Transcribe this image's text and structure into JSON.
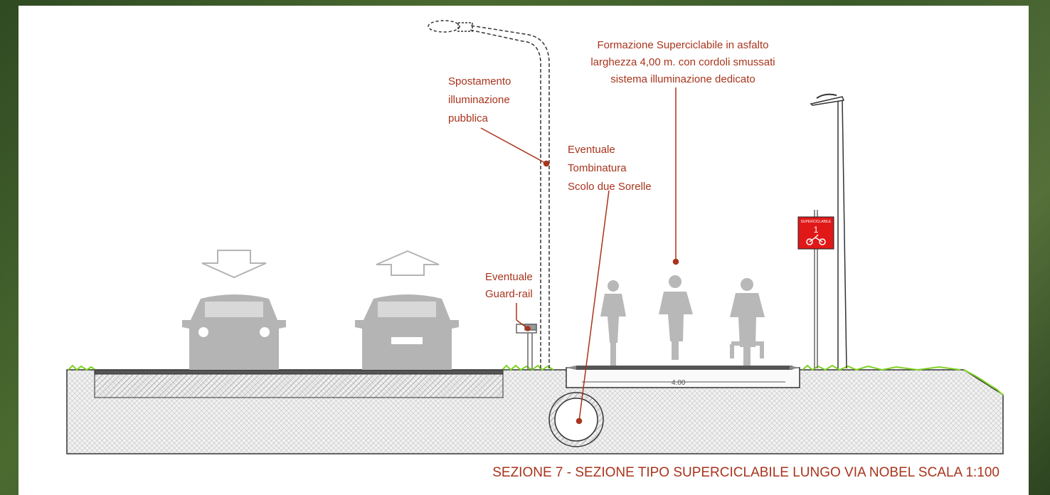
{
  "labels": {
    "illumination": [
      "Spostamento",
      "illuminazione",
      "pubblica"
    ],
    "superciclabile": [
      "Formazione Superciclabile in asfalto",
      "larghezza 4,00 m. con cordoli smussati",
      "sistema illuminazione dedicato"
    ],
    "tombinatura": [
      "Eventuale",
      "Tombinatura",
      "Scolo due Sorelle"
    ],
    "guardrail": [
      "Eventuale",
      "Guard-rail"
    ]
  },
  "dimension": "4.00",
  "sign": {
    "title": "SUPERCICLABILE",
    "number": "1"
  },
  "caption": "SEZIONE  7 - SEZIONE TIPO SUPERCICLABILE  LUNGO VIA NOBEL SCALA 1:100",
  "colors": {
    "annotation": "#a8341c",
    "vehicle": "#b4b4b4",
    "sign": "#e01818",
    "grass": "#7ed321"
  }
}
